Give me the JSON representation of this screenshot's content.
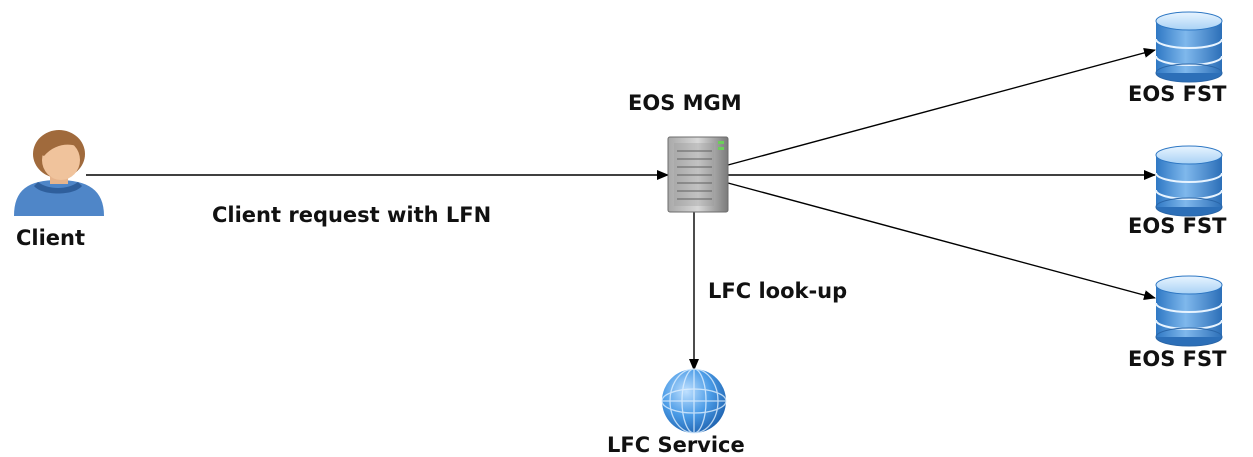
{
  "diagram": {
    "nodes": {
      "client": {
        "label": "Client",
        "icon": "user-icon"
      },
      "mgm": {
        "label": "EOS MGM",
        "icon": "server-icon"
      },
      "lfc": {
        "label": "LFC Service",
        "icon": "globe-icon"
      },
      "fst": [
        {
          "label": "EOS FST",
          "icon": "database-icon"
        },
        {
          "label": "EOS FST",
          "icon": "database-icon"
        },
        {
          "label": "EOS FST",
          "icon": "database-icon"
        }
      ]
    },
    "edges": {
      "client_to_mgm": "Client request with LFN",
      "mgm_to_lfc": "LFC look-up"
    },
    "colors": {
      "line": "#000000",
      "db_blue": "#3a8ad6",
      "db_light": "#cfe6fb",
      "server_gray": "#8c8c8c",
      "globe_blue": "#3a8fdc",
      "person_orange": "#d89a63",
      "person_blue": "#4f86c8"
    }
  }
}
